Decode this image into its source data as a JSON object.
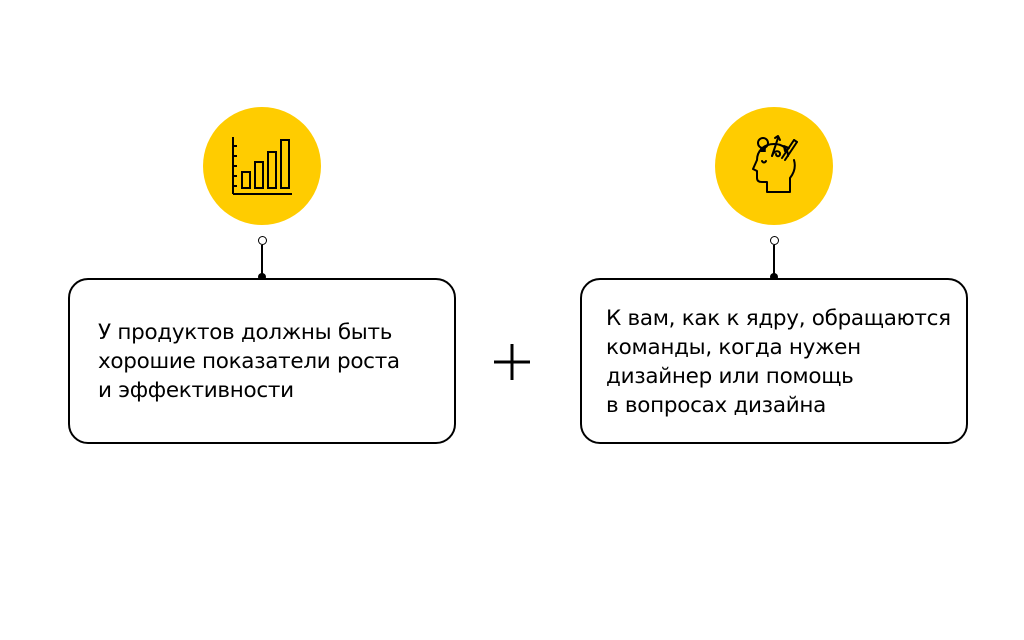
{
  "cards": [
    {
      "lines": [
        "У продуктов должны быть",
        "хорошие показатели роста",
        "и эффективности"
      ]
    },
    {
      "lines": [
        "К вам, как к ядру, обращаются",
        "команды, когда нужен",
        "дизайнер или помощь",
        "в вопросах дизайна"
      ]
    }
  ],
  "icons": [
    "bar-chart-icon",
    "head-with-ideas-icon",
    "plus-icon"
  ],
  "colors": {
    "accent": "#FFCC00",
    "stroke": "#000000",
    "background": "#FFFFFF"
  }
}
